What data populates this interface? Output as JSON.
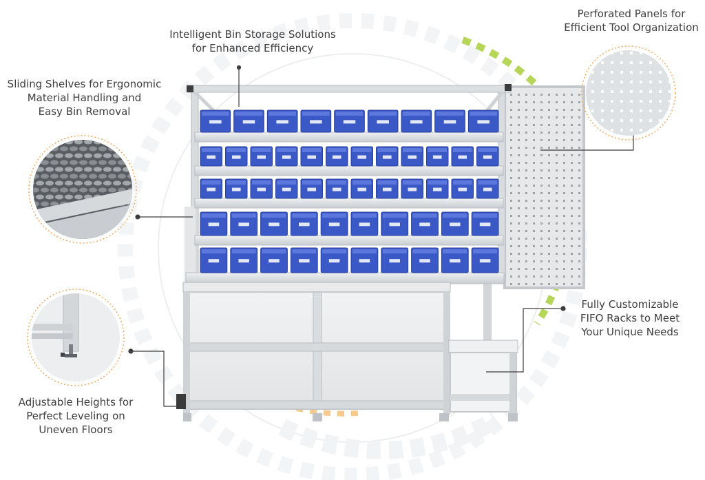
{
  "captions": {
    "top": "Intelligent Bin Storage Solutions\nfor Enhanced Efficiency",
    "top_right": "Perforated Panels for\nEfficient Tool Organization",
    "left": "Sliding Shelves for Ergonomic\nMaterial Handling and\nEasy Bin Removal",
    "bottom_left": "Adjustable Heights for\nPerfect Leveling on\nUneven Floors",
    "right": "Fully Customizable\nFIFO Racks to Meet\nYour Unique Needs"
  },
  "colors": {
    "bin_blue": "#3a58c6",
    "bin_blue_dark": "#27419e",
    "frame": "#d9dcdf",
    "frame_dark": "#b4b8bd",
    "accent_green": "#b6d65a",
    "accent_orange": "#f3a040",
    "dotted_outline": "#f2a85a"
  },
  "bins": {
    "row_counts": [
      9,
      12,
      12,
      10,
      10
    ]
  }
}
